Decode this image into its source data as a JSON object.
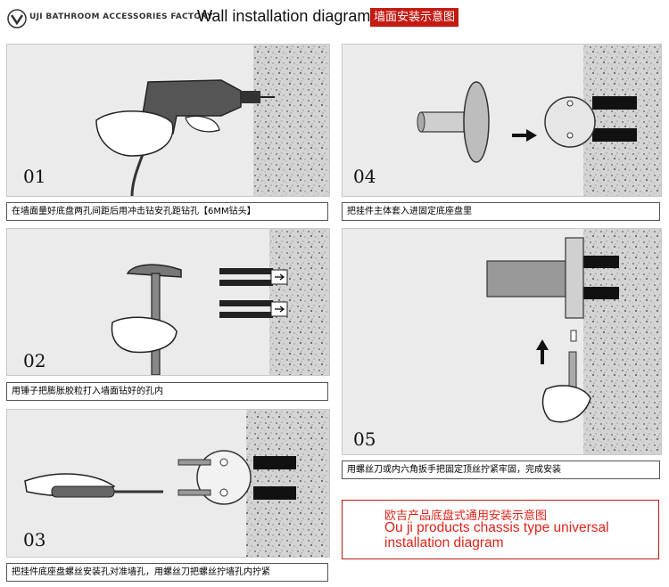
{
  "header": {
    "brand": "UJI BATHROOM ACCESSORIES FACTORY",
    "title_en": "Wall installation diagram",
    "title_cn": "墙面安装示意图"
  },
  "steps": [
    {
      "number": "01",
      "caption": "在墙面量好底盘两孔间距后用冲击钻安孔距钻孔【6MM钻头】"
    },
    {
      "number": "02",
      "caption": "用锤子把膨胀胶粒打入墙面钻好的孔内"
    },
    {
      "number": "03",
      "caption": "把挂件底座盘螺丝安装孔对准墙孔，用螺丝刀把螺丝拧墙孔内拧紧"
    },
    {
      "number": "04",
      "caption": "把挂件主体套入进固定底座盘里"
    },
    {
      "number": "05",
      "caption": "用螺丝刀或内六角扳手把固定顶丝拧紧牢固，完成安装"
    }
  ],
  "note": {
    "cn": "欧吉产品底盘式通用安装示意图",
    "en": "Ou ji products chassis type universal installation diagram"
  },
  "colors": {
    "accent": "#c41a12",
    "note_text": "#e0241a",
    "panel_bg": "#ebebeb"
  },
  "icons": [
    "brand-logo-icon",
    "drill-icon",
    "hammer-icon",
    "screwdriver-icon",
    "hex-key-icon",
    "arrow-right-icon",
    "arrow-up-icon"
  ]
}
